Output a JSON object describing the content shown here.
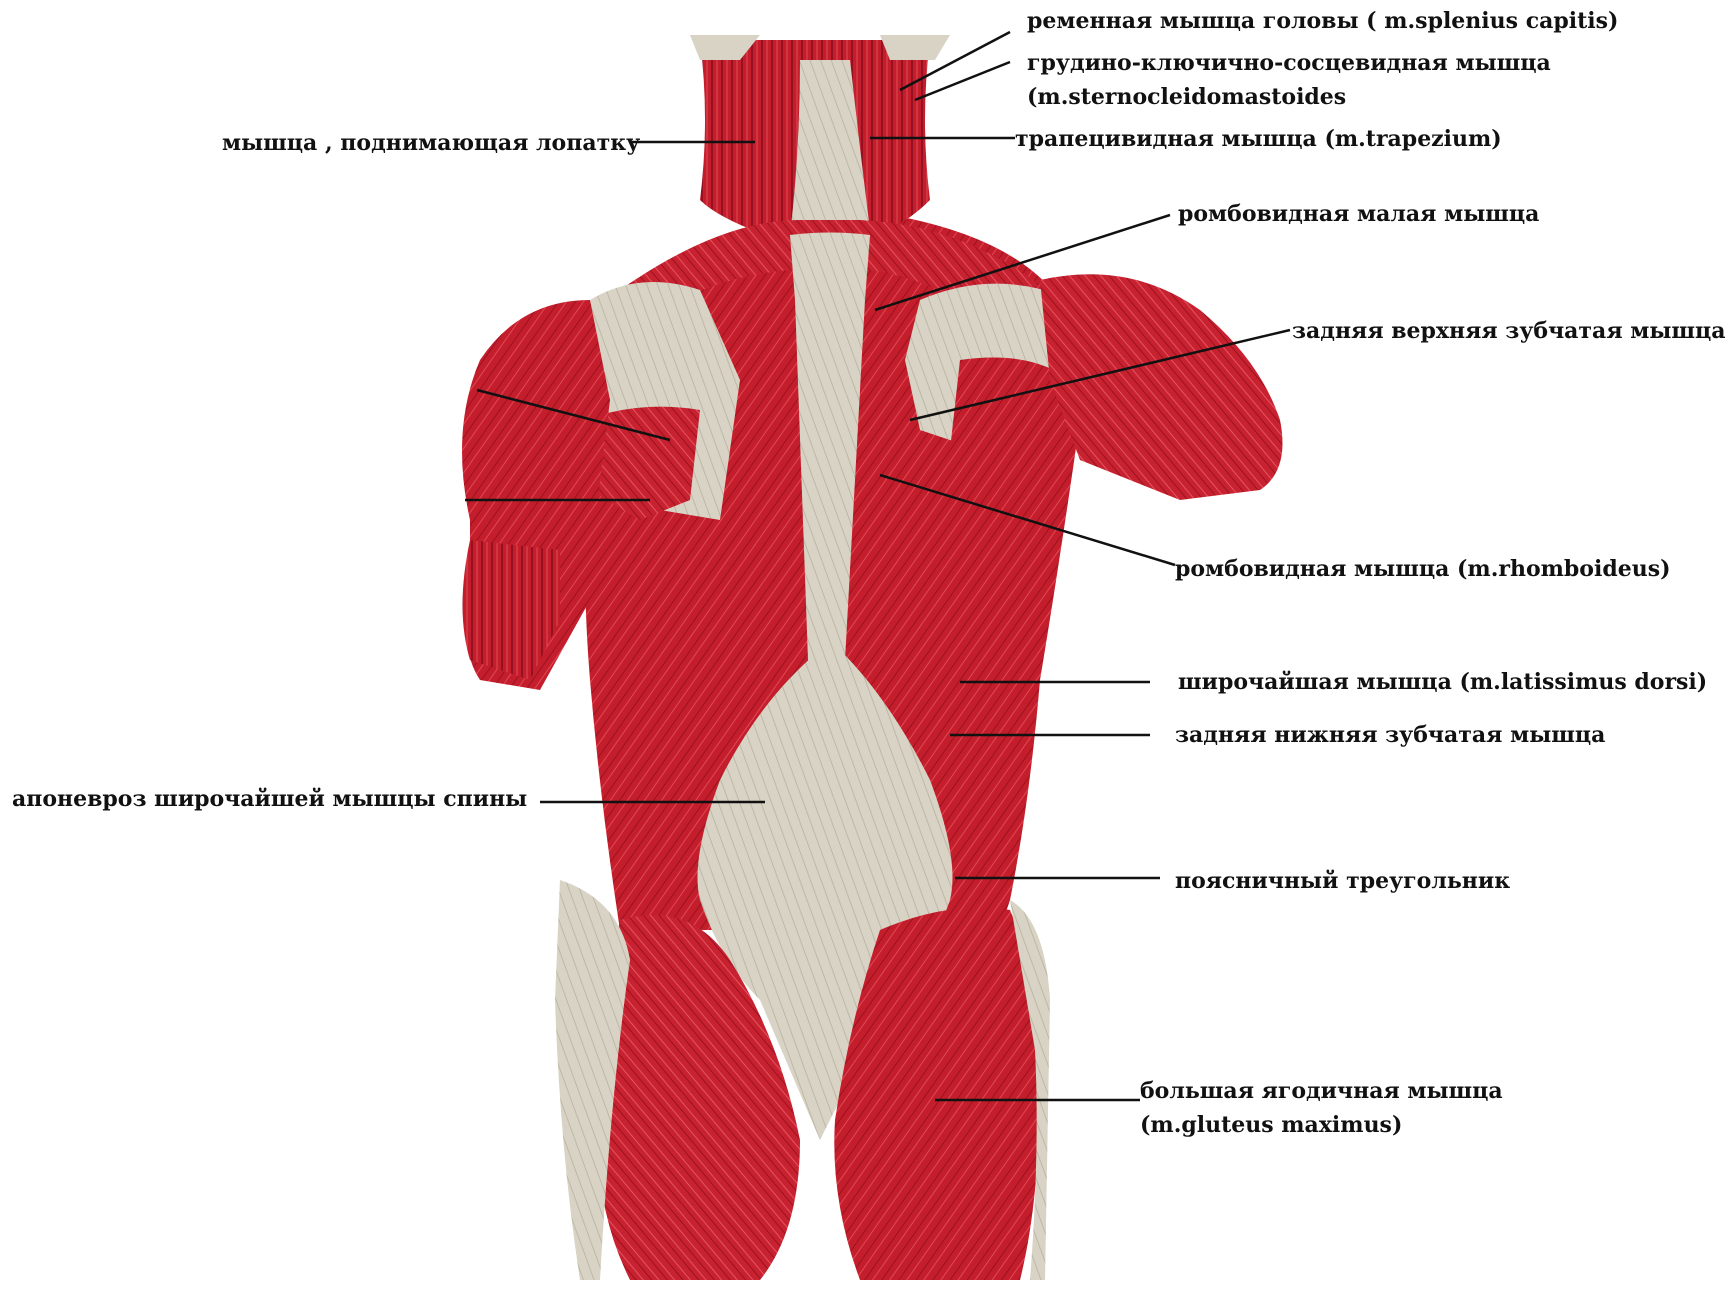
{
  "colors": {
    "muscle": "#c41e2c",
    "muscle_dark": "#8f0f1a",
    "muscle_light": "#e0505a",
    "aponeurosis": "#d8d3c4",
    "aponeurosis_shade": "#b9b3a2",
    "leader": "#111111"
  },
  "labels": {
    "splenius_capitis": "ременная мышца головы ( m.splenius capitis)",
    "sternocleidomastoid_1": "грудино-ключично-сосцевидная мышца",
    "sternocleidomastoid_2": "(m.sternocleidomastoides",
    "levator_scapulae": "мышца , поднимающая лопатку",
    "trapezius": "трапецивидная мышца (m.trapezium)",
    "rhomboid_minor": "ромбовидная малая  мышца",
    "serratus_posterior_superior": "задняя верхняя зубчатая мышца",
    "rhomboideus": "ромбовидная мышца (m.rhomboideus)",
    "latissimus_dorsi": "широчайшая мышца (m.latissimus dorsi)",
    "serratus_posterior_inferior": "задняя нижняя зубчатая мышца",
    "latissimus_aponeurosis": "апоневроз широчайшей мышцы спины",
    "lumbar_triangle": "поясничный треугольник",
    "gluteus_maximus_1": "большая ягодичная мышца",
    "gluteus_maximus_2": "(m.gluteus maximus)"
  }
}
